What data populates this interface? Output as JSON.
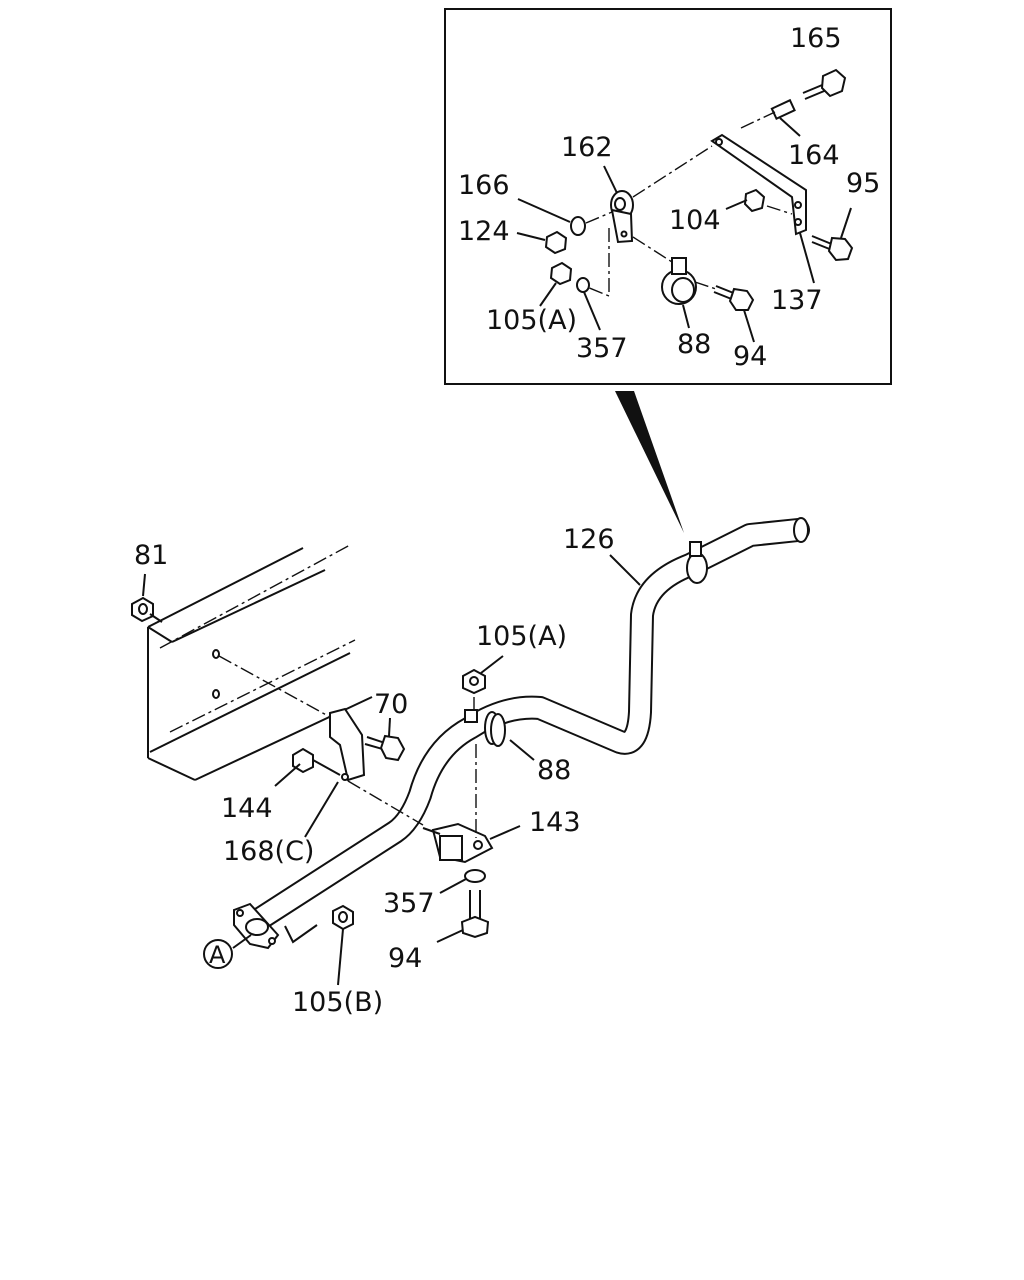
{
  "inset": {
    "labels": {
      "l165": "165",
      "l164": "164",
      "l162": "162",
      "l166": "166",
      "l95": "95",
      "l104": "104",
      "l124": "124",
      "l137": "137",
      "l105a": "105(A)",
      "l357": "357",
      "l88": "88",
      "l94": "94"
    }
  },
  "main": {
    "labels": {
      "l81": "81",
      "l126": "126",
      "l105a": "105(A)",
      "l70": "70",
      "l88": "88",
      "l144": "144",
      "l168c": "168(C)",
      "l143": "143",
      "l357": "357",
      "l94": "94",
      "l105b": "105(B)",
      "refA": "A"
    }
  }
}
